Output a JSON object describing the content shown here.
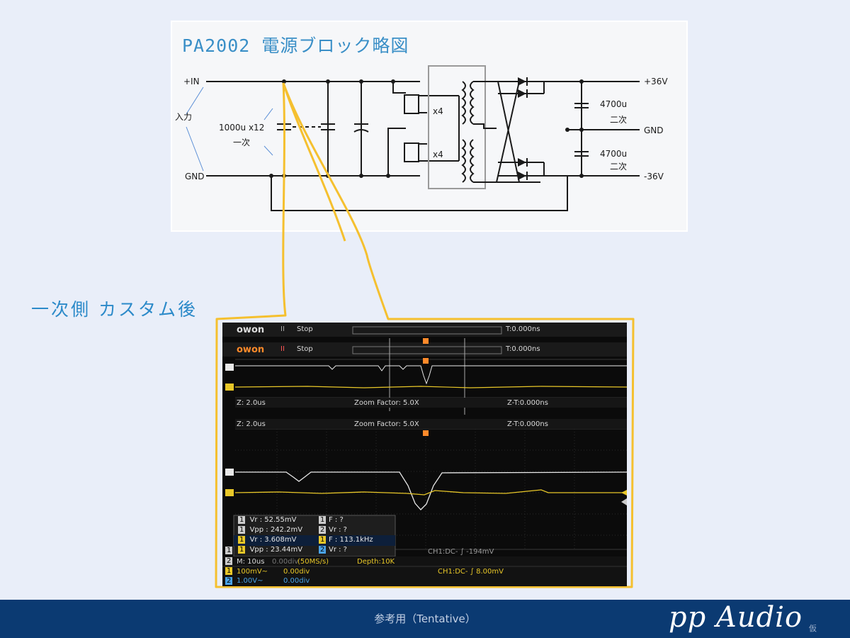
{
  "schematic": {
    "title": "PA2002 電源ブロック略図",
    "labels": {
      "in_plus": "+IN",
      "gnd_left": "GND",
      "input": "入力",
      "cap_primary": "1000u x12",
      "primary": "一次",
      "mosfet_count_top": "x4",
      "mosfet_count_bottom": "x4",
      "cap_secondary_top": "4700u",
      "secondary_top": "二次",
      "cap_secondary_bottom": "4700u",
      "secondary_bottom": "二次",
      "out_plus": "+36V",
      "out_gnd": "GND",
      "out_minus": "-36V"
    }
  },
  "side_title": "一次側 カスタム後",
  "scope": {
    "top_bar1": {
      "brand": "owon",
      "pause": "II",
      "state": "Stop",
      "trigger": "T:0.000ns"
    },
    "top_bar2": {
      "brand": "owon",
      "pause": "II",
      "state": "Stop",
      "trigger": "T:0.000ns"
    },
    "zoom_bar1": {
      "z": "Z: 2.0us",
      "factor": "Zoom Factor: 5.0X",
      "zt": "Z-T:0.000ns"
    },
    "zoom_bar2": {
      "z": "Z: 2.0us",
      "factor": "Zoom Factor: 5.0X",
      "zt": "Z-T:0.000ns"
    },
    "measurements": [
      {
        "ch": "1",
        "left": "Vr : 52.55mV",
        "rch": "1",
        "right": "F :    ?"
      },
      {
        "ch": "1",
        "left": "Vpp : 242.2mV",
        "rch": "2",
        "right": "Vr :    ?"
      },
      {
        "ch": "1",
        "left": "Vr : 3.608mV",
        "rch": "1",
        "right": "F : 113.1kHz"
      },
      {
        "ch": "1",
        "left": "Vpp : 23.44mV",
        "rch": "2",
        "right": "Vr :    ?"
      }
    ],
    "status": {
      "ghost_ch1": "CH1:DC-",
      "ghost_ch1_val": "-194mV",
      "timebase": "M: 10us",
      "ghost_div": "0.00div",
      "rate": "(50MS/s)",
      "depth": "Depth:10K",
      "ch1_scale": "100mV~",
      "ch1_offset": "0.00div",
      "trig": "CH1:DC-",
      "trig_val": "8.00mV",
      "ch2_scale": "1.00V~",
      "ch2_offset": "0.00div",
      "side_ch1": "1",
      "side_ch2": "2",
      "side_ch3": "1"
    },
    "colors": {
      "ch1": "#e8c728",
      "ch2": "#4aa3e8",
      "trace_white": "#e8e8e8",
      "trig": "#ff8a2a"
    }
  },
  "footer": {
    "center": "参考用（Tentative）",
    "brand": "pp Audio",
    "brand_small": "仮"
  }
}
